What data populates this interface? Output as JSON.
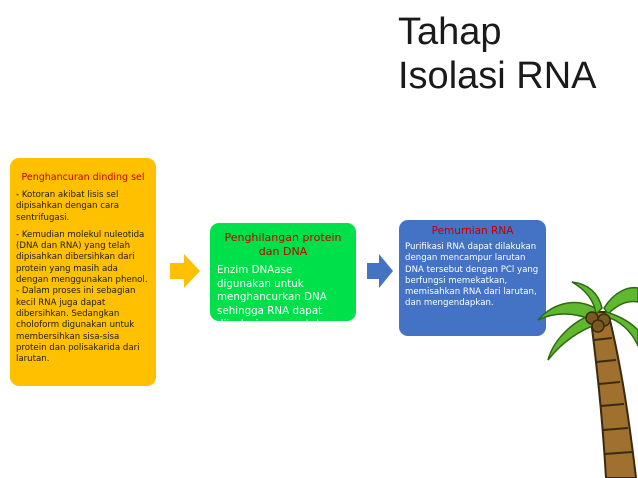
{
  "title": {
    "line1": "Tahap",
    "line2": "Isolasi RNA"
  },
  "steps": [
    {
      "title": "Penghancuran dinding sel",
      "paragraphs": [
        "- Kotoran akibat lisis sel dipisahkan dengan cara sentrifugasi.",
        "- Kemudian molekul nuleotida (DNA dan RNA) yang telah dipisahkan dibersihkan dari protein yang masih ada dengan menggunakan phenol. - Dalam proses ini sebagian kecil RNA juga dapat dibersihkan. Sedangkan choloform digunakan untuk membersihkan sisa-sisa protein dan polisakarida dari larutan."
      ],
      "color": "#ffc000"
    },
    {
      "title": "Penghilangan protein dan DNA",
      "paragraphs": [
        "Enzim DNAase digunakan untuk menghancurkan DNA sehingga RNA dapat diisolasi secara utuh"
      ],
      "color": "#00e04a"
    },
    {
      "title": "Pemurnian RNA",
      "paragraphs": [
        "Purifikasi RNA dapat dilakukan dengan mencampur larutan DNA tersebut dengan PCl yang berfungsi memekatkan, memisahkan RNA dari larutan, dan mengendapkan."
      ],
      "color": "#4472c4"
    }
  ],
  "arrow_colors": [
    "#ffc000",
    "#4472c4"
  ],
  "decoration": "palm-tree-icon"
}
